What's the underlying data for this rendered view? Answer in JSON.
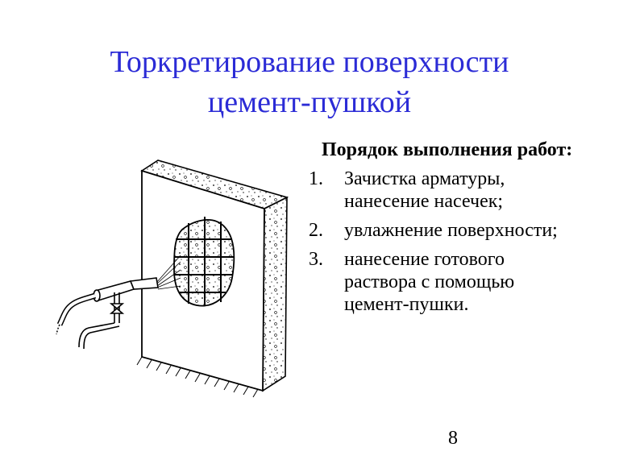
{
  "slide": {
    "title_line1": "Торкретирование поверхности",
    "title_line2": "цемент-пушкой",
    "steps_heading": "Порядок выполнения работ:",
    "steps": [
      {
        "num": "1.",
        "text": "Зачистка арматуры, нанесение насечек;"
      },
      {
        "num": "2.",
        "text": "увлажнение поверхности;"
      },
      {
        "num": "3.",
        "text": "нанесение готового раствора с помощью цемент-пушки."
      }
    ],
    "page_number": "8",
    "colors": {
      "title": "#2b2bd6",
      "text": "#000000",
      "background": "#ffffff"
    }
  }
}
